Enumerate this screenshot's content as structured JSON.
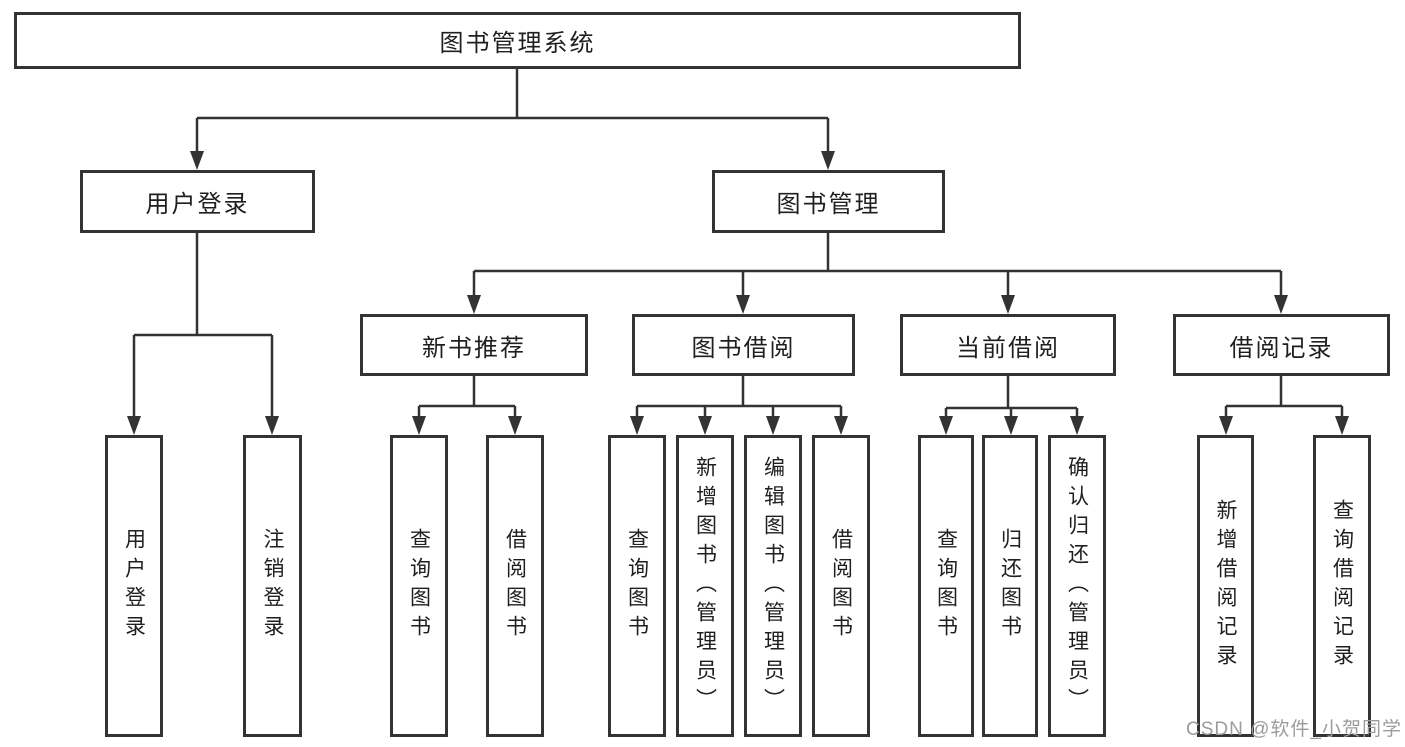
{
  "diagram_type": "hierarchy-tree",
  "colors": {
    "line": "#333333",
    "box_border": "#333333",
    "box_fill": "#ffffff",
    "text": "#1f1f1f",
    "watermark": "#9c9c9c"
  },
  "hierarchy": {
    "label": "图书管理系统",
    "children": [
      {
        "label": "用户登录",
        "children": [
          {
            "label": "用户登录"
          },
          {
            "label": "注销登录"
          }
        ]
      },
      {
        "label": "图书管理",
        "children": [
          {
            "label": "新书推荐",
            "children": [
              {
                "label": "查询图书"
              },
              {
                "label": "借阅图书"
              }
            ]
          },
          {
            "label": "图书借阅",
            "children": [
              {
                "label": "查询图书"
              },
              {
                "label": "新增图书（管理员）"
              },
              {
                "label": "编辑图书（管理员）"
              },
              {
                "label": "借阅图书"
              }
            ]
          },
          {
            "label": "当前借阅",
            "children": [
              {
                "label": "查询图书"
              },
              {
                "label": "归还图书"
              },
              {
                "label": "确认归还（管理员）"
              }
            ]
          },
          {
            "label": "借阅记录",
            "children": [
              {
                "label": "新增借阅记录"
              },
              {
                "label": "查询借阅记录"
              }
            ]
          }
        ]
      }
    ]
  },
  "watermark": {
    "text": "CSDN @软件_小贺同学"
  }
}
